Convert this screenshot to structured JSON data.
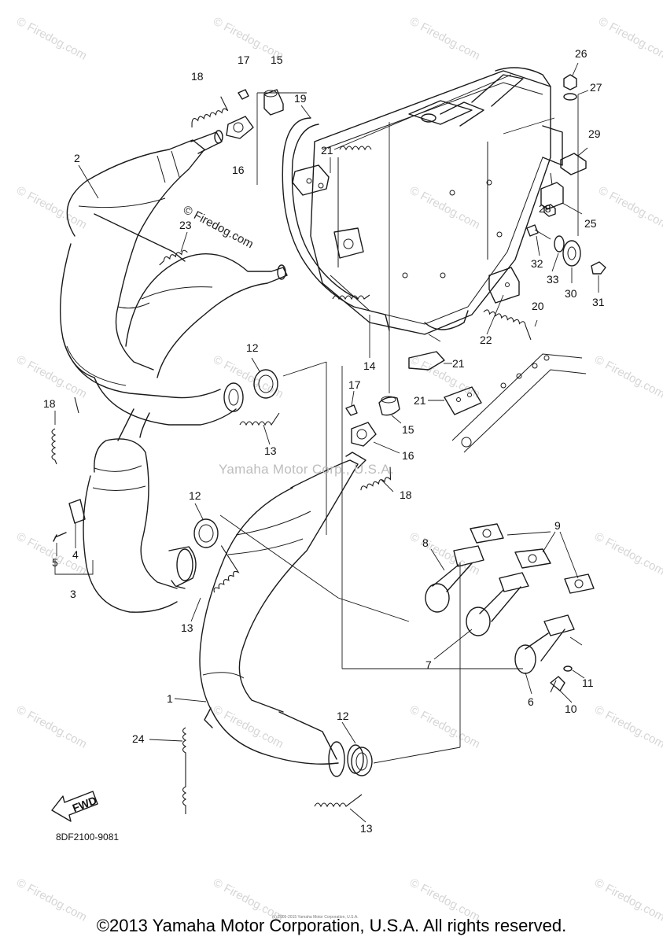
{
  "watermark": {
    "site_text": "© Firedog.com",
    "center_text": "Yamaha Motor Corp., U.S.A.",
    "diagonal_text": "© Firedog.com"
  },
  "drawing_code": "8DF2100-9081",
  "forward_arrow_label": "FWD",
  "callouts": [
    "1",
    "2",
    "3",
    "4",
    "5",
    "6",
    "7",
    "8",
    "9",
    "10",
    "11",
    "12",
    "13",
    "14",
    "15",
    "16",
    "17",
    "18",
    "19",
    "20",
    "21",
    "22",
    "23",
    "24",
    "25",
    "26",
    "27",
    "28",
    "29",
    "30",
    "31",
    "32",
    "33"
  ],
  "footer": {
    "small_print": "(c) 2005-2015 Yamaha Motor Corporation, U.S.A.",
    "copyright": "©2013 Yamaha Motor Corporation, U.S.A. All rights reserved."
  }
}
